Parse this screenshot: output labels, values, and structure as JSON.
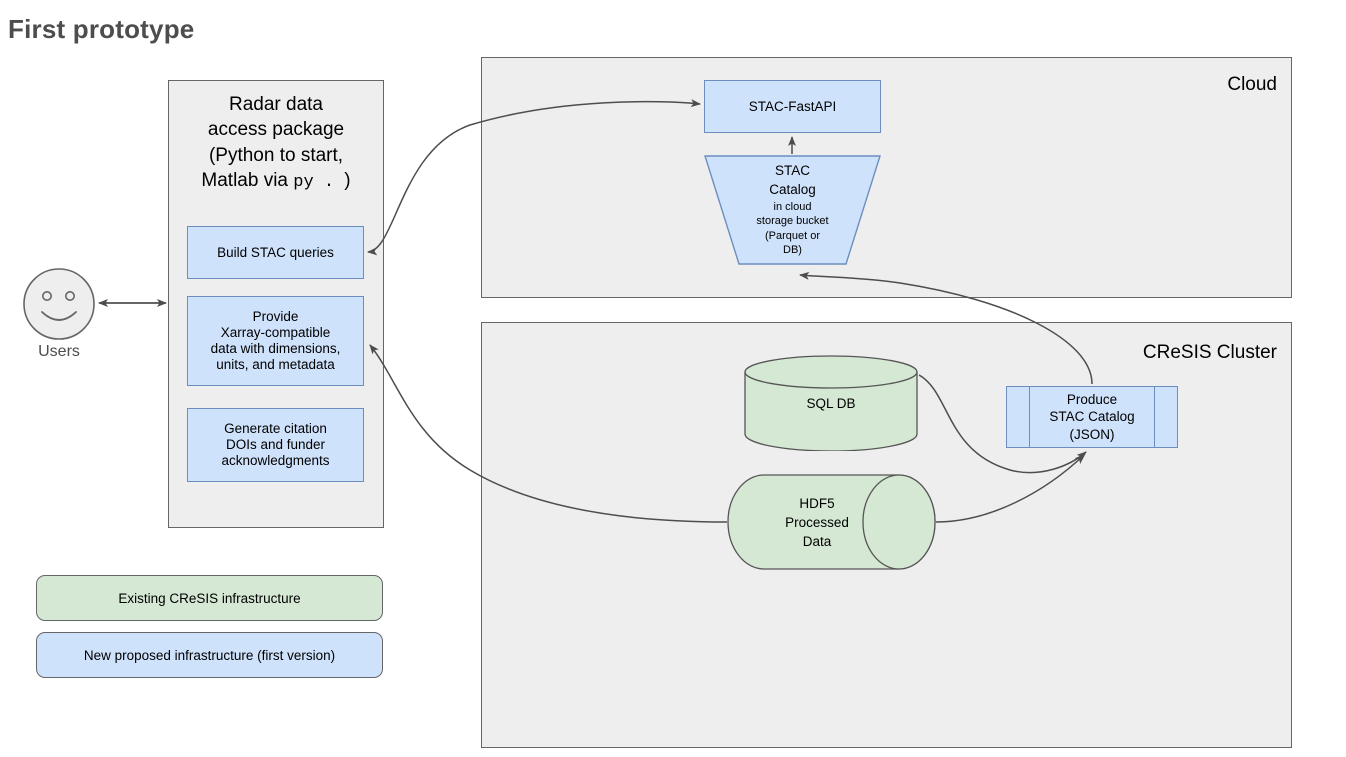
{
  "title": "First prototype",
  "package": {
    "title_lines": [
      "Radar data",
      "access package",
      "(Python to start,",
      "Matlab via py . )"
    ],
    "nodes": [
      {
        "name": "build-stac-queries",
        "label": "Build STAC queries",
        "color": "blue"
      },
      {
        "name": "provide-xarray",
        "label": "Provide\nXarray-compatible\ndata with dimensions,\nunits, and metadata",
        "color": "blue"
      },
      {
        "name": "generate-citation",
        "label": "Generate citation\nDOIs and funder\nacknowledgments",
        "color": "blue"
      }
    ]
  },
  "actor": {
    "label": "Users",
    "icon": "smiley-face-icon"
  },
  "cloud": {
    "label": "Cloud",
    "nodes": [
      {
        "name": "stac-fastapi",
        "label": "STAC-FastAPI",
        "shape": "rectangle",
        "color": "blue"
      },
      {
        "name": "stac-catalog",
        "label_primary": "STAC\nCatalog",
        "label_secondary": "in cloud\nstorage bucket\n(Parquet or\nDB)",
        "shape": "trapezoid",
        "color": "blue"
      }
    ]
  },
  "cluster": {
    "label": "CReSIS Cluster",
    "nodes": [
      {
        "name": "sql-db",
        "label": "SQL DB",
        "shape": "cylinder-vertical",
        "color": "green"
      },
      {
        "name": "hdf5-processed-data",
        "label": "HDF5\nProcessed\nData",
        "shape": "cylinder-horizontal",
        "color": "green"
      },
      {
        "name": "produce-stac-catalog",
        "label": "Produce\nSTAC Catalog\n(JSON)",
        "shape": "process",
        "color": "blue"
      }
    ]
  },
  "legend": [
    {
      "name": "existing-infrastructure",
      "label": "Existing CReSIS infrastructure",
      "color": "green",
      "hex": "#d5e8d4"
    },
    {
      "name": "new-infrastructure",
      "label": "New proposed infrastructure (first version)",
      "color": "blue",
      "hex": "#cfe2fb"
    }
  ],
  "colors": {
    "blue_fill": "#cfe2fb",
    "blue_stroke": "#6c8ebf",
    "green_fill": "#d5e8d4",
    "green_stroke": "#71a171",
    "container_fill": "#eeeeee",
    "container_stroke": "#666666",
    "title_color": "#4d4d4d",
    "edge_color": "#4d4d4d"
  },
  "edges": [
    {
      "name": "edge-users-to-package",
      "from": "users",
      "to": "package",
      "arrow": "double"
    },
    {
      "name": "edge-build-queries-to-fastapi",
      "from": "build-stac-queries",
      "to": "stac-fastapi",
      "arrow": "double"
    },
    {
      "name": "edge-stac-catalog-to-fastapi",
      "from": "stac-catalog",
      "to": "stac-fastapi",
      "arrow": "single"
    },
    {
      "name": "edge-produce-to-stac-catalog",
      "from": "produce-stac-catalog",
      "to": "stac-catalog",
      "arrow": "single"
    },
    {
      "name": "edge-sql-db-to-produce",
      "from": "sql-db",
      "to": "produce-stac-catalog",
      "arrow": "single"
    },
    {
      "name": "edge-hdf5-to-produce",
      "from": "hdf5-processed-data",
      "to": "produce-stac-catalog",
      "arrow": "single"
    },
    {
      "name": "edge-hdf5-to-provide-xarray",
      "from": "hdf5-processed-data",
      "to": "provide-xarray",
      "arrow": "single"
    }
  ]
}
